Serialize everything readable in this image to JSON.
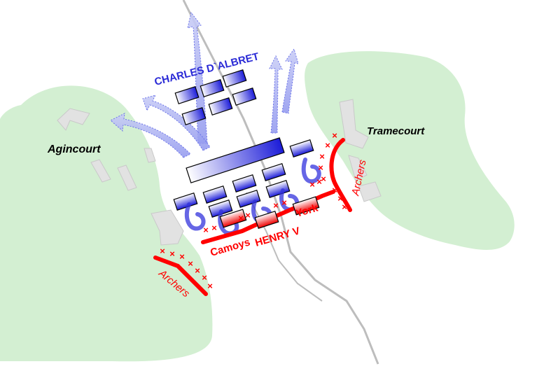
{
  "labels": {
    "french_commander": "CHARLES D`ALBRET",
    "english_commander": "HENRY V",
    "left_division": "Camoys",
    "right_division": "York",
    "village_west": "Agincourt",
    "village_east": "Tramecourt",
    "archers_left": "Archers",
    "archers_right": "Archers"
  },
  "colors": {
    "woods": "#d3efd2",
    "french": "#2a2ad6",
    "english": "#ff0000",
    "buildings": "#e2e2e2",
    "road": "#bdbdbd"
  },
  "icons": [
    "archer-stake-icon",
    "retreat-arrow-icon",
    "flank-arrow-icon"
  ]
}
